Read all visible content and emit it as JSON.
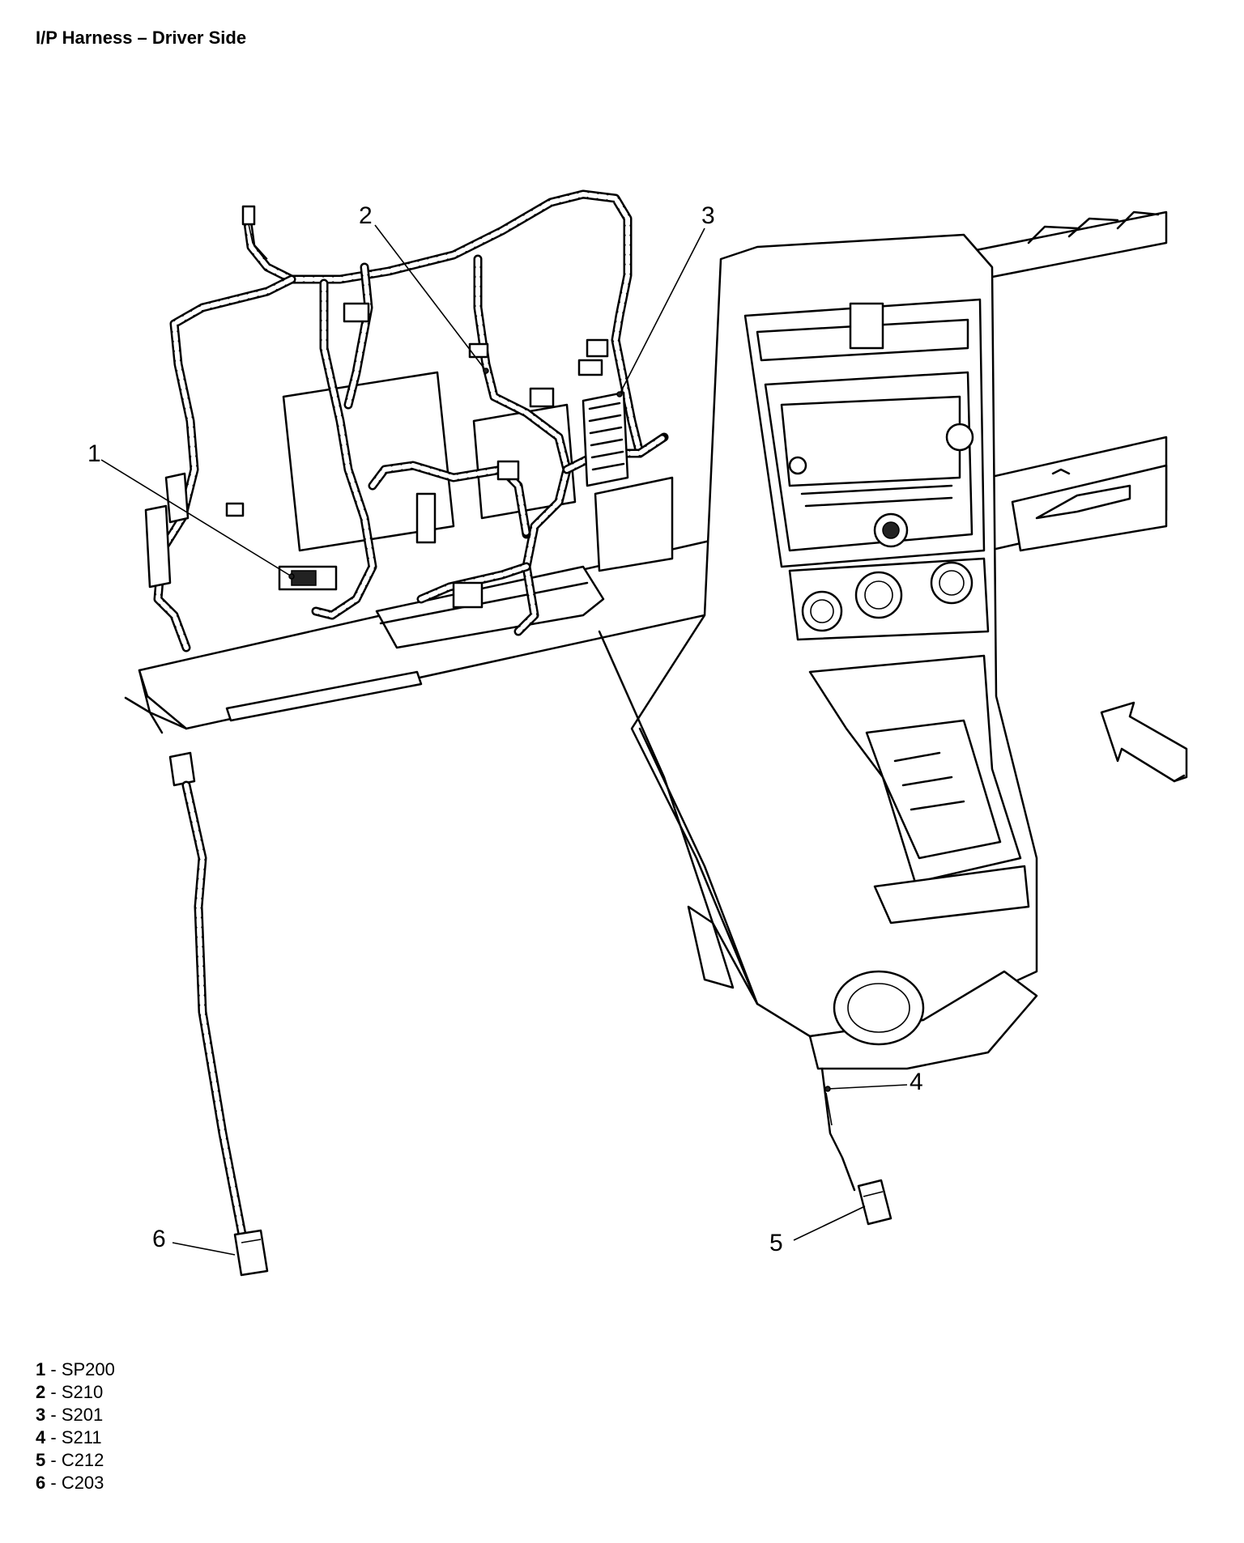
{
  "title": "I/P Harness – Driver Side",
  "callouts": [
    {
      "number": "1"
    },
    {
      "number": "2"
    },
    {
      "number": "3"
    },
    {
      "number": "4"
    },
    {
      "number": "5"
    },
    {
      "number": "6"
    }
  ],
  "legend": [
    {
      "number": "1",
      "sep": " - ",
      "code": "SP200"
    },
    {
      "number": "2",
      "sep": " - ",
      "code": "S210"
    },
    {
      "number": "3",
      "sep": " - ",
      "code": "S201"
    },
    {
      "number": "4",
      "sep": " - ",
      "code": "S211"
    },
    {
      "number": "5",
      "sep": " - ",
      "code": "C212"
    },
    {
      "number": "6",
      "sep": " - ",
      "code": "C203"
    }
  ]
}
